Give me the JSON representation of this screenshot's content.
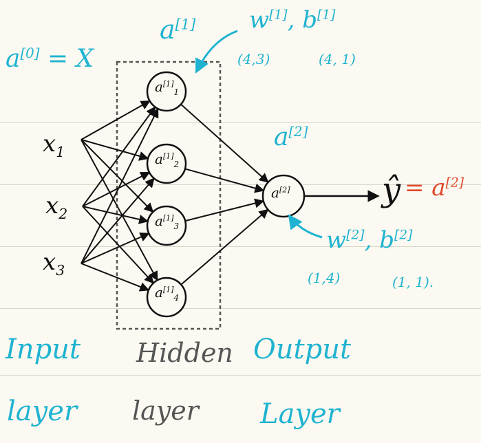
{
  "layer0_label": "a",
  "layer0_sup": "[0]",
  "layer0_eq": "= X",
  "layer1_label": "a",
  "layer1_sup": "[1]",
  "w1": "w",
  "w1_sup": "[1]",
  "b1_sep": ", b",
  "b1_sup": "[1]",
  "w1_shape": "(4,3)",
  "b1_shape": "(4, 1)",
  "inputs": [
    {
      "base": "x",
      "sub": "1"
    },
    {
      "base": "x",
      "sub": "2"
    },
    {
      "base": "x",
      "sub": "3"
    }
  ],
  "hidden_nodes": [
    {
      "base": "a",
      "sup": "[1]",
      "sub": "1"
    },
    {
      "base": "a",
      "sup": "[1]",
      "sub": "2"
    },
    {
      "base": "a",
      "sup": "[1]",
      "sub": "3"
    },
    {
      "base": "a",
      "sup": "[1]",
      "sub": "4"
    }
  ],
  "output_node": {
    "base": "a",
    "sup": "[2]"
  },
  "layer2_label": "a",
  "layer2_sup": "[2]",
  "yhat": "ŷ",
  "yhat_eq": "= a",
  "yhat_sup": "[2]",
  "w2": "w",
  "w2_sup": "[2]",
  "b2_sep": ", b",
  "b2_sup": "[2]",
  "w2_shape": "(1,4)",
  "b2_shape": "(1, 1).",
  "input_layer": [
    "Input",
    "layer"
  ],
  "hidden_layer": [
    "Hidden",
    "layer"
  ],
  "output_layer": [
    "Output",
    "Layer"
  ],
  "colors": {
    "ink": "#111111",
    "cyan": "#1fb3d1",
    "red": "#e0462a",
    "dashed_box": "#555555"
  }
}
